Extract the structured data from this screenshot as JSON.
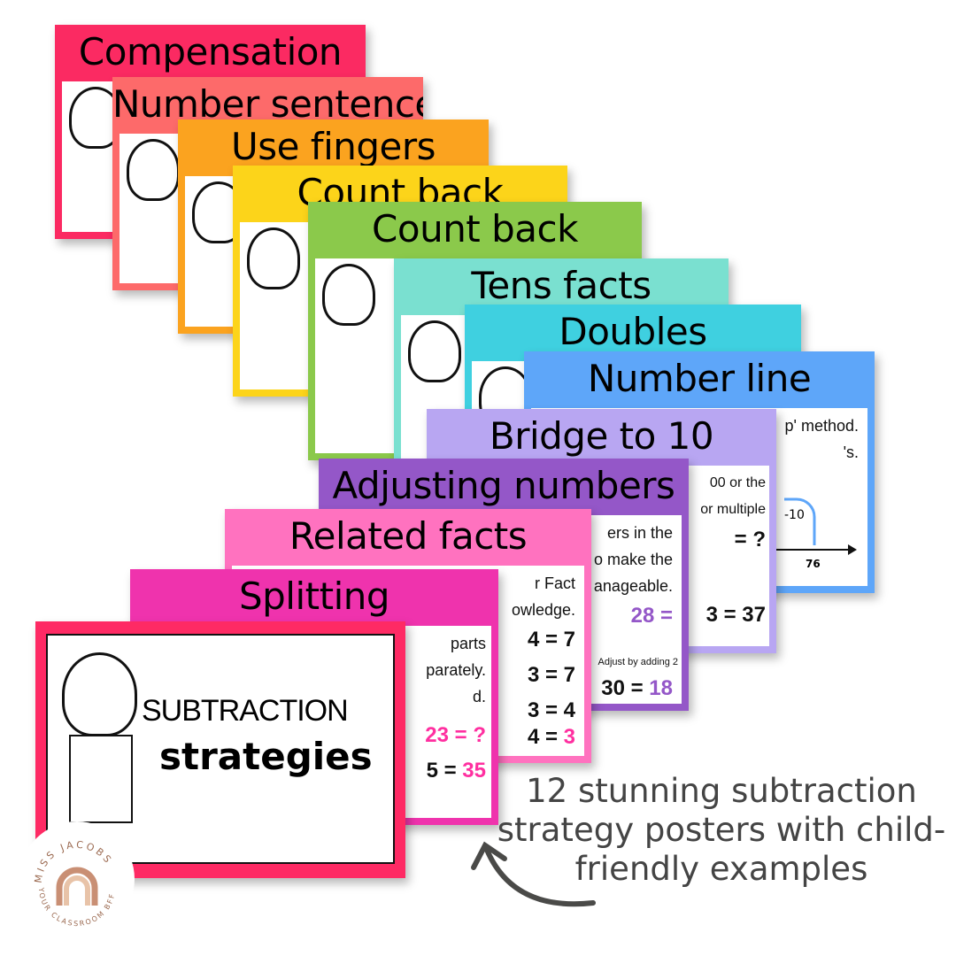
{
  "posters": [
    {
      "title": "Compensation",
      "color": "#fb2a62"
    },
    {
      "title": "Number sentence",
      "color": "#fd6a6a"
    },
    {
      "title": "Use fingers",
      "color": "#fba31f"
    },
    {
      "title": "Count back",
      "color": "#fcd41a"
    },
    {
      "title": "Count back",
      "color": "#8bc94b"
    },
    {
      "title": "Tens facts",
      "color": "#7ae0d0"
    },
    {
      "title": "Doubles",
      "color": "#3fd0e0"
    },
    {
      "title": "Number line",
      "color": "#5ea6f9",
      "lines": [
        "p' method.",
        "'s."
      ],
      "jump": "-10",
      "tick": "76"
    },
    {
      "title": "Bridge to 10",
      "color": "#b8a6f2",
      "lines": [
        "00 or the",
        "or multiple",
        "= ?",
        "3 = 37"
      ]
    },
    {
      "title": "Adjusting numbers",
      "color": "#9457c8",
      "lines": [
        "ers in the",
        "o make the",
        "anageable.",
        "28 =",
        "Adjust by adding 2",
        "30 = 18"
      ]
    },
    {
      "title": "Related facts",
      "color": "#ff72bf",
      "lines": [
        "r Fact",
        "owledge.",
        "4 = 7",
        "3 = 7",
        "3 = 4",
        "4 = 3"
      ]
    },
    {
      "title": "Splitting",
      "color": "#ef33ad",
      "lines": [
        "parts",
        "parately.",
        "d.",
        "23 = ?",
        "5 = 35"
      ]
    },
    {
      "title": "",
      "color": "#fe2a64"
    }
  ],
  "cover": {
    "line1": "SUBTRACTION",
    "line2": "strategies"
  },
  "caption": "12 stunning subtraction strategy posters with child-friendly examples",
  "logo": {
    "top": "MISS JACOBS",
    "bottom": "YOUR CLASSROOM BFF"
  }
}
